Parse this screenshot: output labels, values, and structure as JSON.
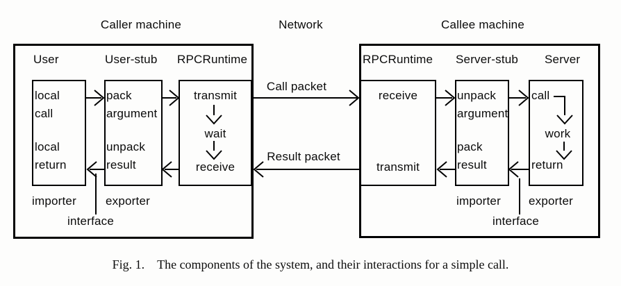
{
  "machine_labels": {
    "caller": "Caller machine",
    "network": "Network",
    "callee": "Callee machine"
  },
  "packets": {
    "call": "Call packet",
    "result": "Result packet"
  },
  "caller": {
    "headers": {
      "user": "User",
      "user_stub": "User-stub",
      "rpc": "RPCRuntime"
    },
    "user_box": {
      "l1": "local",
      "l2": "call",
      "l3": "local",
      "l4": "return"
    },
    "user_stub_box": {
      "l1": "pack",
      "l2": "argument",
      "l3": "unpack",
      "l4": "result"
    },
    "rpc_box": {
      "top": "transmit",
      "mid": "wait",
      "bot": "receive"
    },
    "footers": {
      "importer": "importer",
      "exporter": "exporter",
      "interface": "interface"
    }
  },
  "callee": {
    "headers": {
      "rpc": "RPCRuntime",
      "server_stub": "Server-stub",
      "server": "Server"
    },
    "rpc_box": {
      "top": "receive",
      "bot": "transmit"
    },
    "server_stub_box": {
      "l1": "unpack",
      "l2": "argument",
      "l3": "pack",
      "l4": "result"
    },
    "server_box": {
      "top": "call",
      "mid": "work",
      "bot": "return"
    },
    "footers": {
      "importer": "importer",
      "exporter": "exporter",
      "interface": "interface"
    }
  },
  "caption": {
    "fig": "Fig. 1.",
    "text": "The components of the system, and their interactions for a simple call."
  },
  "colors": {
    "ink": "#000000",
    "paper": "#fdfdfc"
  }
}
